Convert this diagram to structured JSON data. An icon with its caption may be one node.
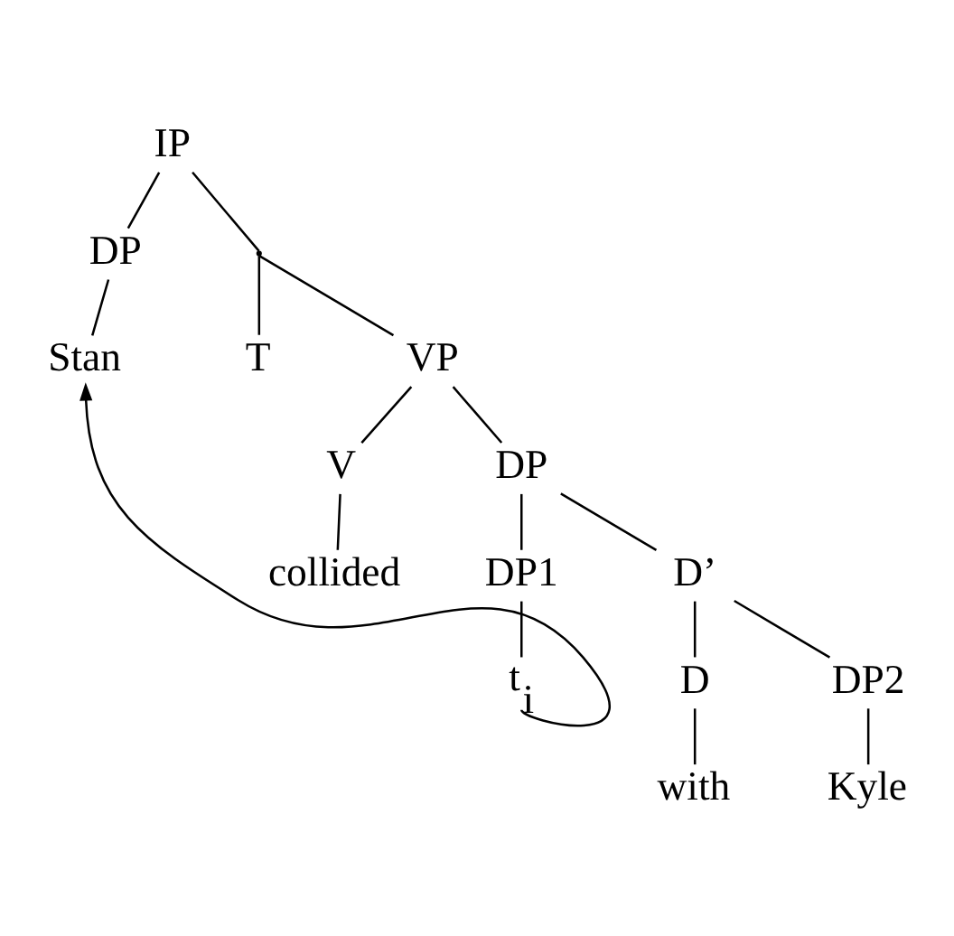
{
  "diagram": {
    "nodes": [
      {
        "text": [
          "IP"
        ]
      },
      {
        "text": [
          "DP"
        ]
      },
      {
        "text": [],
        "shape": "point"
      },
      {
        "text": [
          "Stan"
        ]
      },
      {
        "text": [
          "T"
        ]
      },
      {
        "text": [
          "VP"
        ]
      },
      {
        "text": [
          "V"
        ]
      },
      {
        "text": [
          "DP"
        ]
      },
      {
        "text": [
          "collided"
        ]
      },
      {
        "text": [
          "DP1"
        ]
      },
      {
        "text": [
          "D’"
        ]
      },
      {
        "text": [
          "t$_{i}$"
        ]
      },
      {
        "text": [
          "D"
        ]
      },
      {
        "text": [
          "DP2"
        ]
      },
      {
        "text": [
          "with"
        ]
      },
      {
        "text": [
          "Kyle"
        ]
      }
    ],
    "edges": [
      {
        "from": 0,
        "to": 1,
        "arrow": "none"
      },
      {
        "from": 0,
        "to": 2,
        "arrow": "none"
      },
      {
        "from": 1,
        "to": 3,
        "arrow": "none"
      },
      {
        "from": 2,
        "to": 4,
        "arrow": "none"
      },
      {
        "from": 2,
        "to": 5,
        "arrow": "none"
      },
      {
        "from": 5,
        "to": 6,
        "arrow": "none"
      },
      {
        "from": 5,
        "to": 7,
        "arrow": "none"
      },
      {
        "from": 6,
        "to": 8,
        "arrow": "none"
      },
      {
        "from": 7,
        "to": 9,
        "arrow": "none"
      },
      {
        "from": 7,
        "to": 10,
        "arrow": "none"
      },
      {
        "from": 9,
        "to": 11,
        "arrow": "none"
      },
      {
        "from": 10,
        "to": 12,
        "arrow": "none"
      },
      {
        "from": 10,
        "to": 13,
        "arrow": "none"
      },
      {
        "from": 12,
        "to": 14,
        "arrow": "none"
      },
      {
        "from": 13,
        "to": 15,
        "arrow": "none"
      },
      {
        "from": 11,
        "to": 3,
        "arrow": "to"
      }
    ]
  }
}
